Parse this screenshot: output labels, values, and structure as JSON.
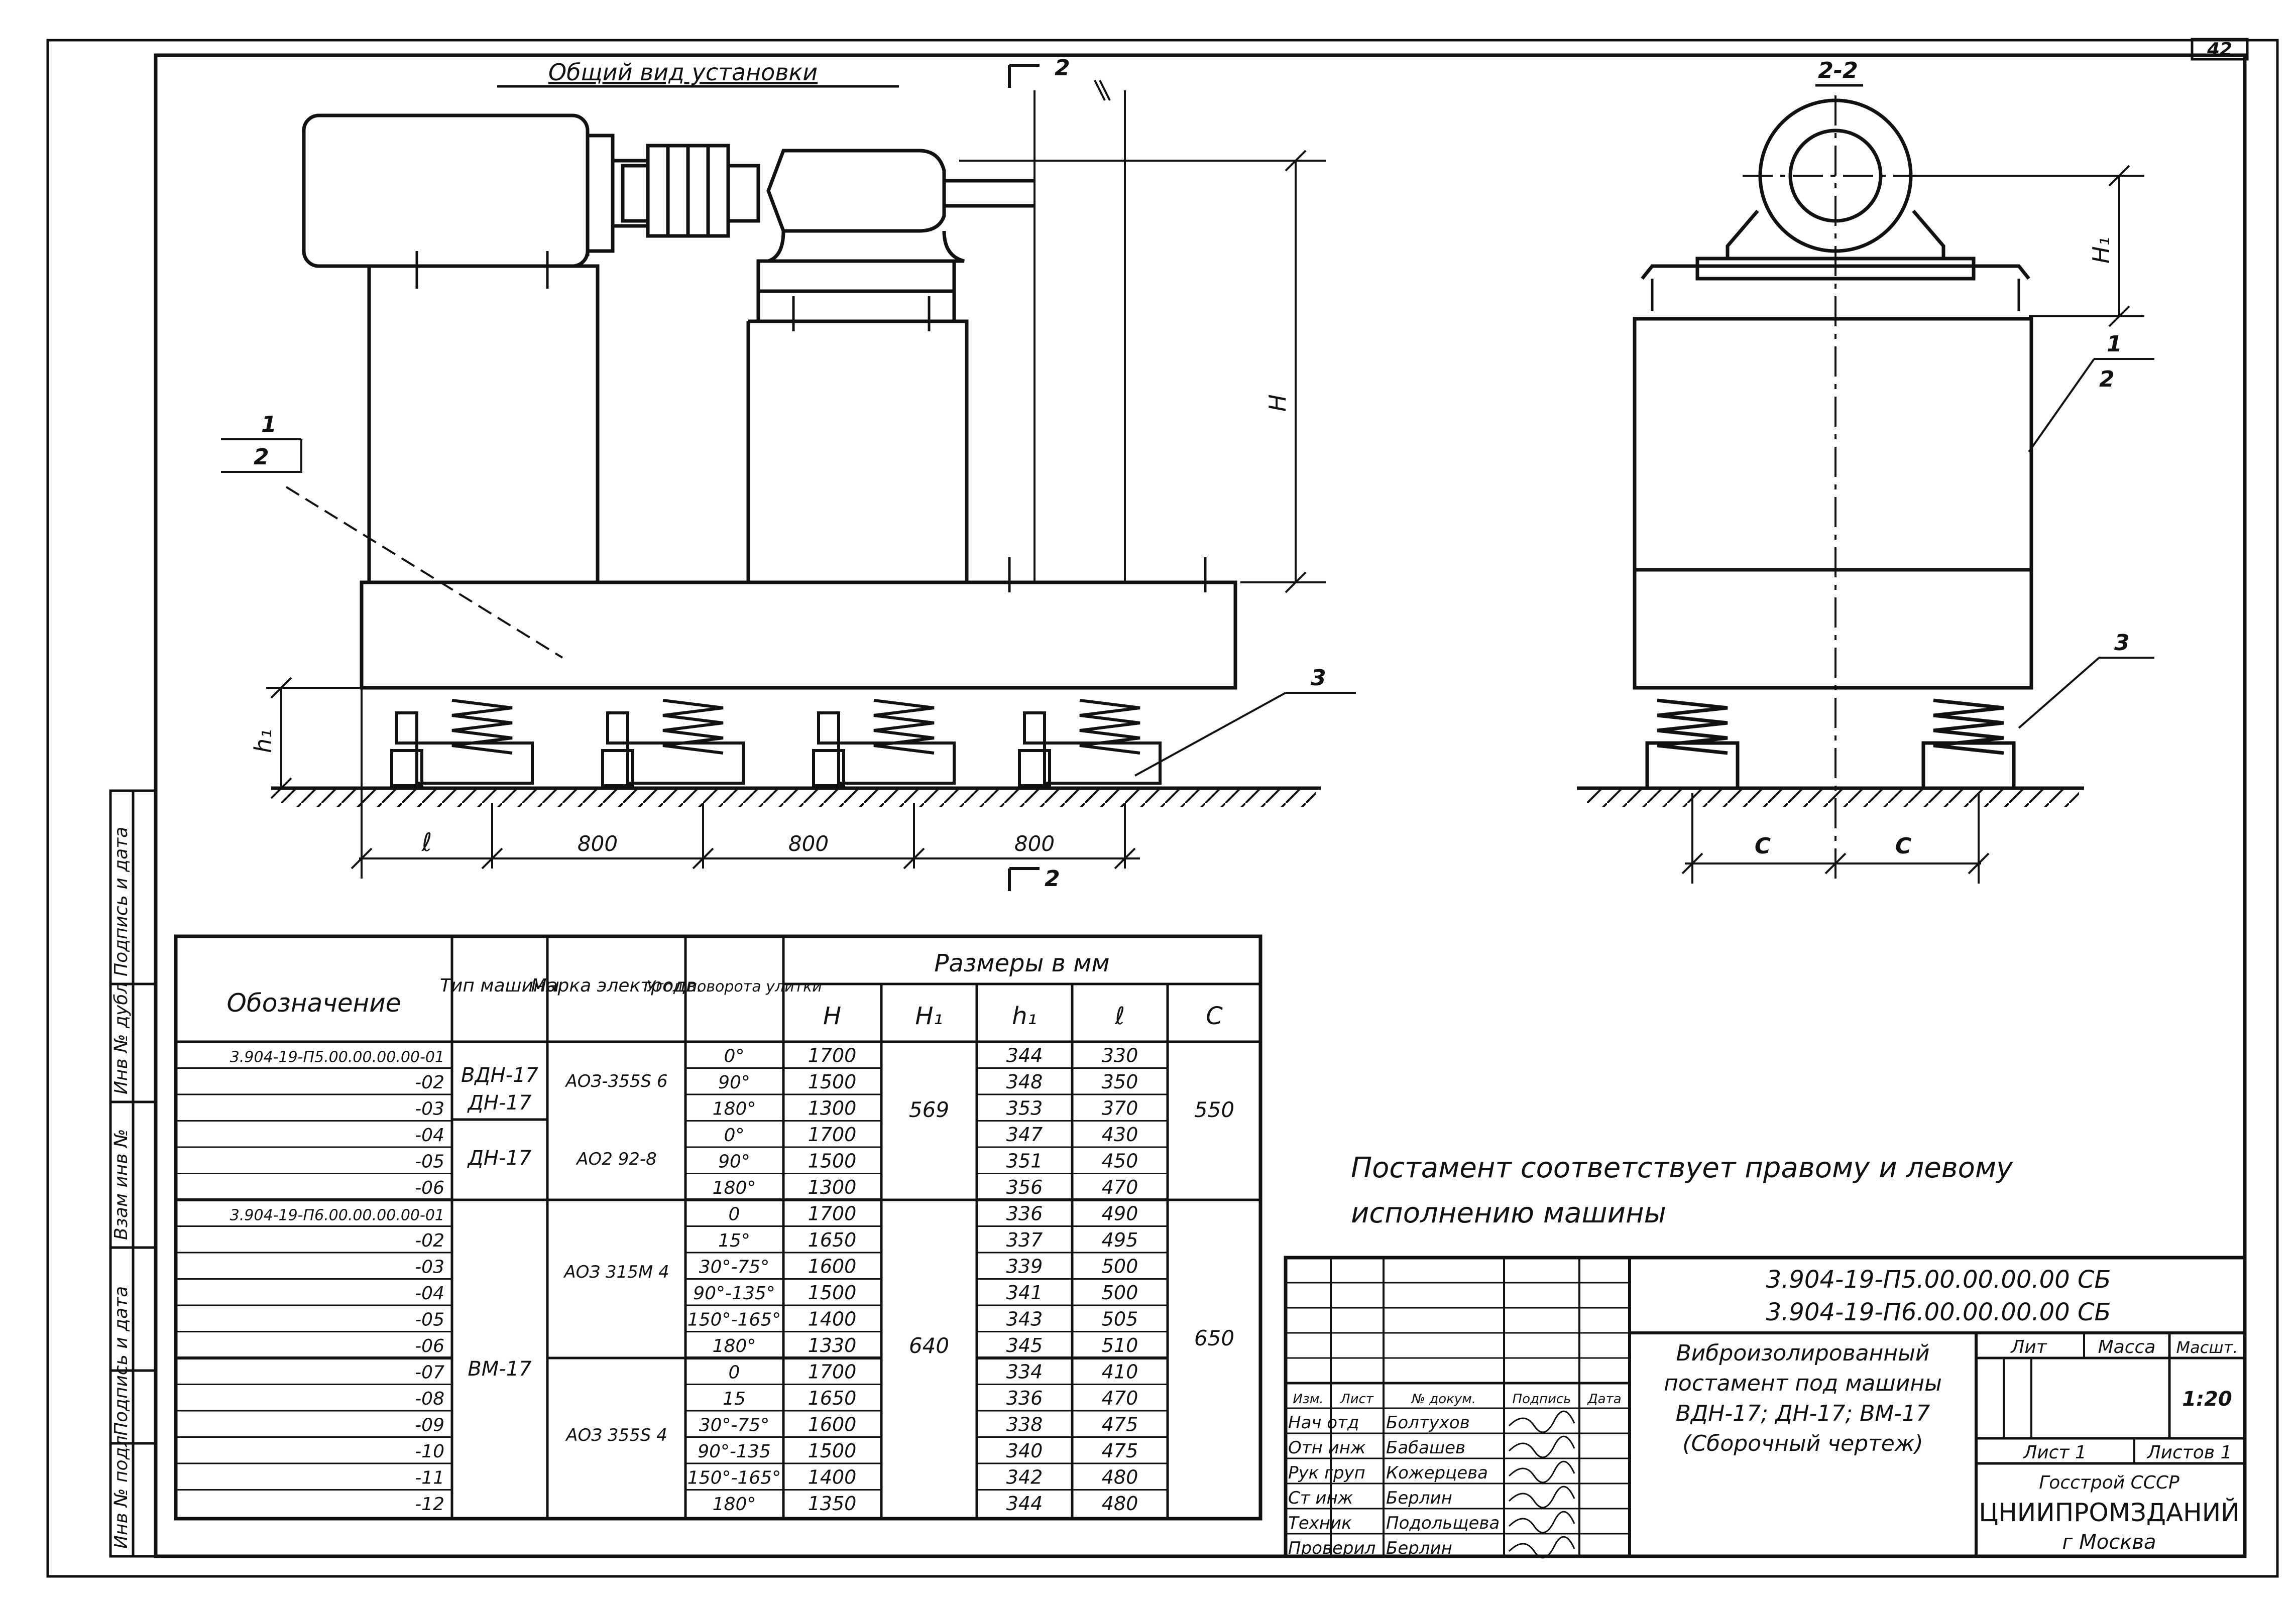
{
  "sheet_number": "42",
  "view_title": "Общий вид установки",
  "section_label_top": "2",
  "section_label_bottom": "2",
  "section_view_title": "2-2",
  "dims": {
    "H": "H",
    "H1": "H₁",
    "h1": "h₁",
    "l": "ℓ",
    "d800_1": "800",
    "d800_2": "800",
    "d800_3": "800",
    "c1": "C",
    "c2": "C"
  },
  "callouts": {
    "left_1": "1",
    "left_2": "2",
    "left_3": "3",
    "right_1": "1",
    "right_2": "2",
    "right_3": "3"
  },
  "note_line1": "Постамент соответствует правому и левому",
  "note_line2": "исполнению машины",
  "side_stamp": [
    "Инв № подл",
    "Подпись и дата",
    "Взам инв №",
    "Инв № дубл",
    "Подпись и дата"
  ],
  "table": {
    "headers": {
      "designation": "Обозначение",
      "machine_type": "Тип машины",
      "motor_brand": "Марка электродв.",
      "rotation_angle": "Угол поворота улитки",
      "sizes": "Размеры в мм",
      "H": "H",
      "H1": "H₁",
      "h1": "h₁",
      "l": "ℓ",
      "C": "C"
    },
    "rows": [
      {
        "d": "3.904-19-П5.00.00.00.00-01",
        "ang": "0°",
        "H": "1700",
        "h1": "344",
        "l": "330"
      },
      {
        "d": "-02",
        "ang": "90°",
        "H": "1500",
        "h1": "348",
        "l": "350"
      },
      {
        "d": "-03",
        "ang": "180°",
        "H": "1300",
        "h1": "353",
        "l": "370"
      },
      {
        "d": "-04",
        "ang": "0°",
        "H": "1700",
        "h1": "347",
        "l": "430"
      },
      {
        "d": "-05",
        "ang": "90°",
        "H": "1500",
        "h1": "351",
        "l": "450"
      },
      {
        "d": "-06",
        "ang": "180°",
        "H": "1300",
        "h1": "356",
        "l": "470"
      },
      {
        "d": "3.904-19-П6.00.00.00.00-01",
        "ang": "0",
        "H": "1700",
        "h1": "336",
        "l": "490"
      },
      {
        "d": "-02",
        "ang": "15°",
        "H": "1650",
        "h1": "337",
        "l": "495"
      },
      {
        "d": "-03",
        "ang": "30°-75°",
        "H": "1600",
        "h1": "339",
        "l": "500"
      },
      {
        "d": "-04",
        "ang": "90°-135°",
        "H": "1500",
        "h1": "341",
        "l": "500"
      },
      {
        "d": "-05",
        "ang": "150°-165°",
        "H": "1400",
        "h1": "343",
        "l": "505"
      },
      {
        "d": "-06",
        "ang": "180°",
        "H": "1330",
        "h1": "345",
        "l": "510"
      },
      {
        "d": "-07",
        "ang": "0",
        "H": "1700",
        "h1": "334",
        "l": "410"
      },
      {
        "d": "-08",
        "ang": "15",
        "H": "1650",
        "h1": "336",
        "l": "470"
      },
      {
        "d": "-09",
        "ang": "30°-75°",
        "H": "1600",
        "h1": "338",
        "l": "475"
      },
      {
        "d": "-10",
        "ang": "90°-135",
        "H": "1500",
        "h1": "340",
        "l": "475"
      },
      {
        "d": "-11",
        "ang": "150°-165°",
        "H": "1400",
        "h1": "342",
        "l": "480"
      },
      {
        "d": "-12",
        "ang": "180°",
        "H": "1350",
        "h1": "344",
        "l": "480"
      }
    ],
    "groups": {
      "m1": "ВДН-17",
      "m2": "ДН-17",
      "m3": "ДН-17",
      "m4": "ВМ-17",
      "e1": "АОЗ-355S 6",
      "e2": "АО2 92-8",
      "e3": "АОЗ 315М 4",
      "e4": "АОЗ 355S 4",
      "H1a": "569",
      "H1b": "640",
      "Ca": "550",
      "Cb": "650"
    }
  },
  "title_block": {
    "code1": "3.904-19-П5.00.00.00.00 СБ",
    "code2": "3.904-19-П6.00.00.00.00 СБ",
    "name1": "Виброизолированный",
    "name2": "постамент под машины",
    "name3": "ВДН-17; ДН-17; ВМ-17",
    "name4": "(Сборочный чертеж)",
    "lit": "Лит",
    "mass": "Масса",
    "scale": "Масшт.",
    "scale_value": "1:20",
    "sheet": "Лист 1",
    "sheets": "Листов 1",
    "org1": "Госстрой СССР",
    "org2": "ЦНИИПРОМЗДАНИЙ",
    "org3": "г Москва",
    "col_headers": [
      "Изм.",
      "Лист",
      "№ докум.",
      "Подпись",
      "Дата"
    ],
    "roles": [
      {
        "role": "Нач отд",
        "name": "Болтухов"
      },
      {
        "role": "Отн инж",
        "name": "Бабашев"
      },
      {
        "role": "Рук груп",
        "name": "Кожерцева"
      },
      {
        "role": "Ст инж",
        "name": "Берлин"
      },
      {
        "role": "Техник",
        "name": "Подольщева"
      },
      {
        "role": "Проверил",
        "name": "Берлин"
      }
    ]
  }
}
